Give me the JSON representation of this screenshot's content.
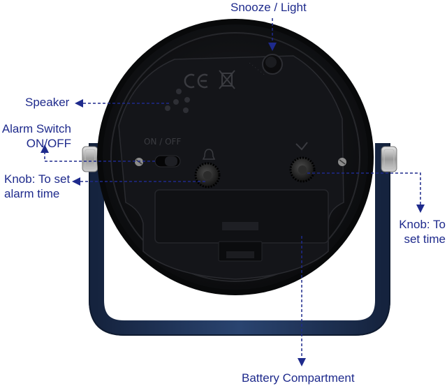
{
  "labels": {
    "snooze_light": "Snooze / Light",
    "speaker": "Speaker",
    "alarm_switch_line1": "Alarm Switch",
    "alarm_switch_line2": "ON/OFF",
    "knob_left_line1": "Knob: To set",
    "knob_left_line2": "alarm time",
    "knob_right_line1": "Knob: To",
    "knob_right_line2": "set time",
    "battery_compartment": "Battery Compartment"
  },
  "device_markings": {
    "switch_text": "ON / OFF"
  },
  "colors": {
    "annotation": "#1e2a8c",
    "clock_body": "#141518",
    "stand": "#1f3357",
    "background": "#ffffff"
  },
  "icons": [
    "ce-mark-icon",
    "weee-bin-icon",
    "bell-icon",
    "clock-hands-icon"
  ]
}
